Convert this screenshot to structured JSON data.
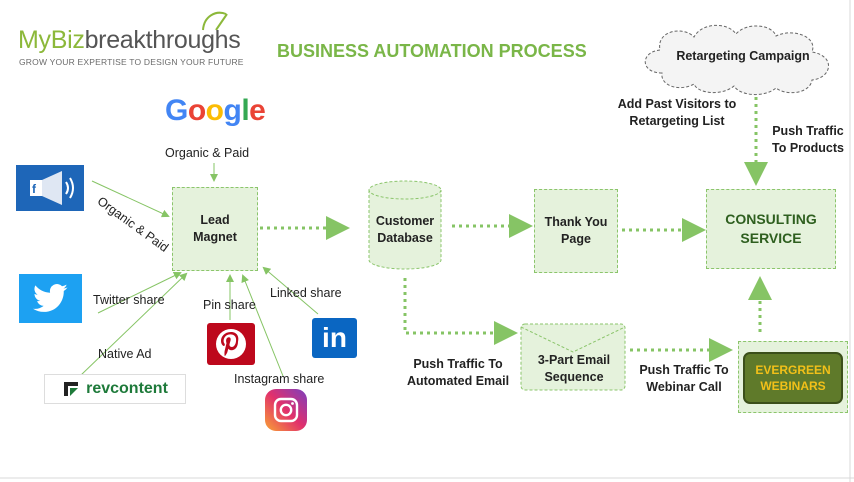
{
  "logo": {
    "name_part1": "MyBiz",
    "name_part2": "breakthroughs",
    "tagline": "GROW YOUR EXPERTISE TO DESIGN YOUR FUTURE"
  },
  "title": "BUSINESS AUTOMATION PROCESS",
  "nodes": {
    "lead_magnet": "Lead Magnet",
    "customer_database": "Customer Database",
    "thank_you_page": "Thank You Page",
    "consulting_service": "CONSULTING SERVICE",
    "email_sequence": "3-Part Email Sequence",
    "evergreen_webinars": "EVERGREEN WEBINARS",
    "retargeting_campaign": "Retargeting Campaign"
  },
  "sources": {
    "google": {
      "logo_text": "Google",
      "label": "Organic & Paid",
      "icon": "google-logo"
    },
    "facebook": {
      "label": "Organic & Paid",
      "icon": "facebook-megaphone-icon"
    },
    "twitter": {
      "label": "Twitter share",
      "icon": "twitter-bird-icon"
    },
    "revcontent": {
      "logo_text": "revcontent",
      "label": "Native Ad",
      "icon": "revcontent-logo"
    },
    "pinterest": {
      "label": "Pin share",
      "icon": "pinterest-icon"
    },
    "instagram": {
      "label": "Instagram share",
      "icon": "instagram-icon"
    },
    "linkedin": {
      "logo_text": "in",
      "label": "Linked share",
      "icon": "linkedin-icon"
    }
  },
  "edge_labels": {
    "push_automated_email": "Push Traffic To Automated Email",
    "push_webinar_call": "Push Traffic To Webinar Call",
    "add_past_visitors": "Add Past Visitors to Retargeting List",
    "push_traffic_products": "Push Traffic To Products"
  },
  "colors": {
    "brand_green": "#8cb83a",
    "title_green": "#7ab648",
    "node_fill": "#e5f2dc",
    "node_border": "#8bc56b",
    "arrow": "#86c465",
    "evergreen_fill": "#5f7a2a",
    "evergreen_text": "#f2c019"
  }
}
